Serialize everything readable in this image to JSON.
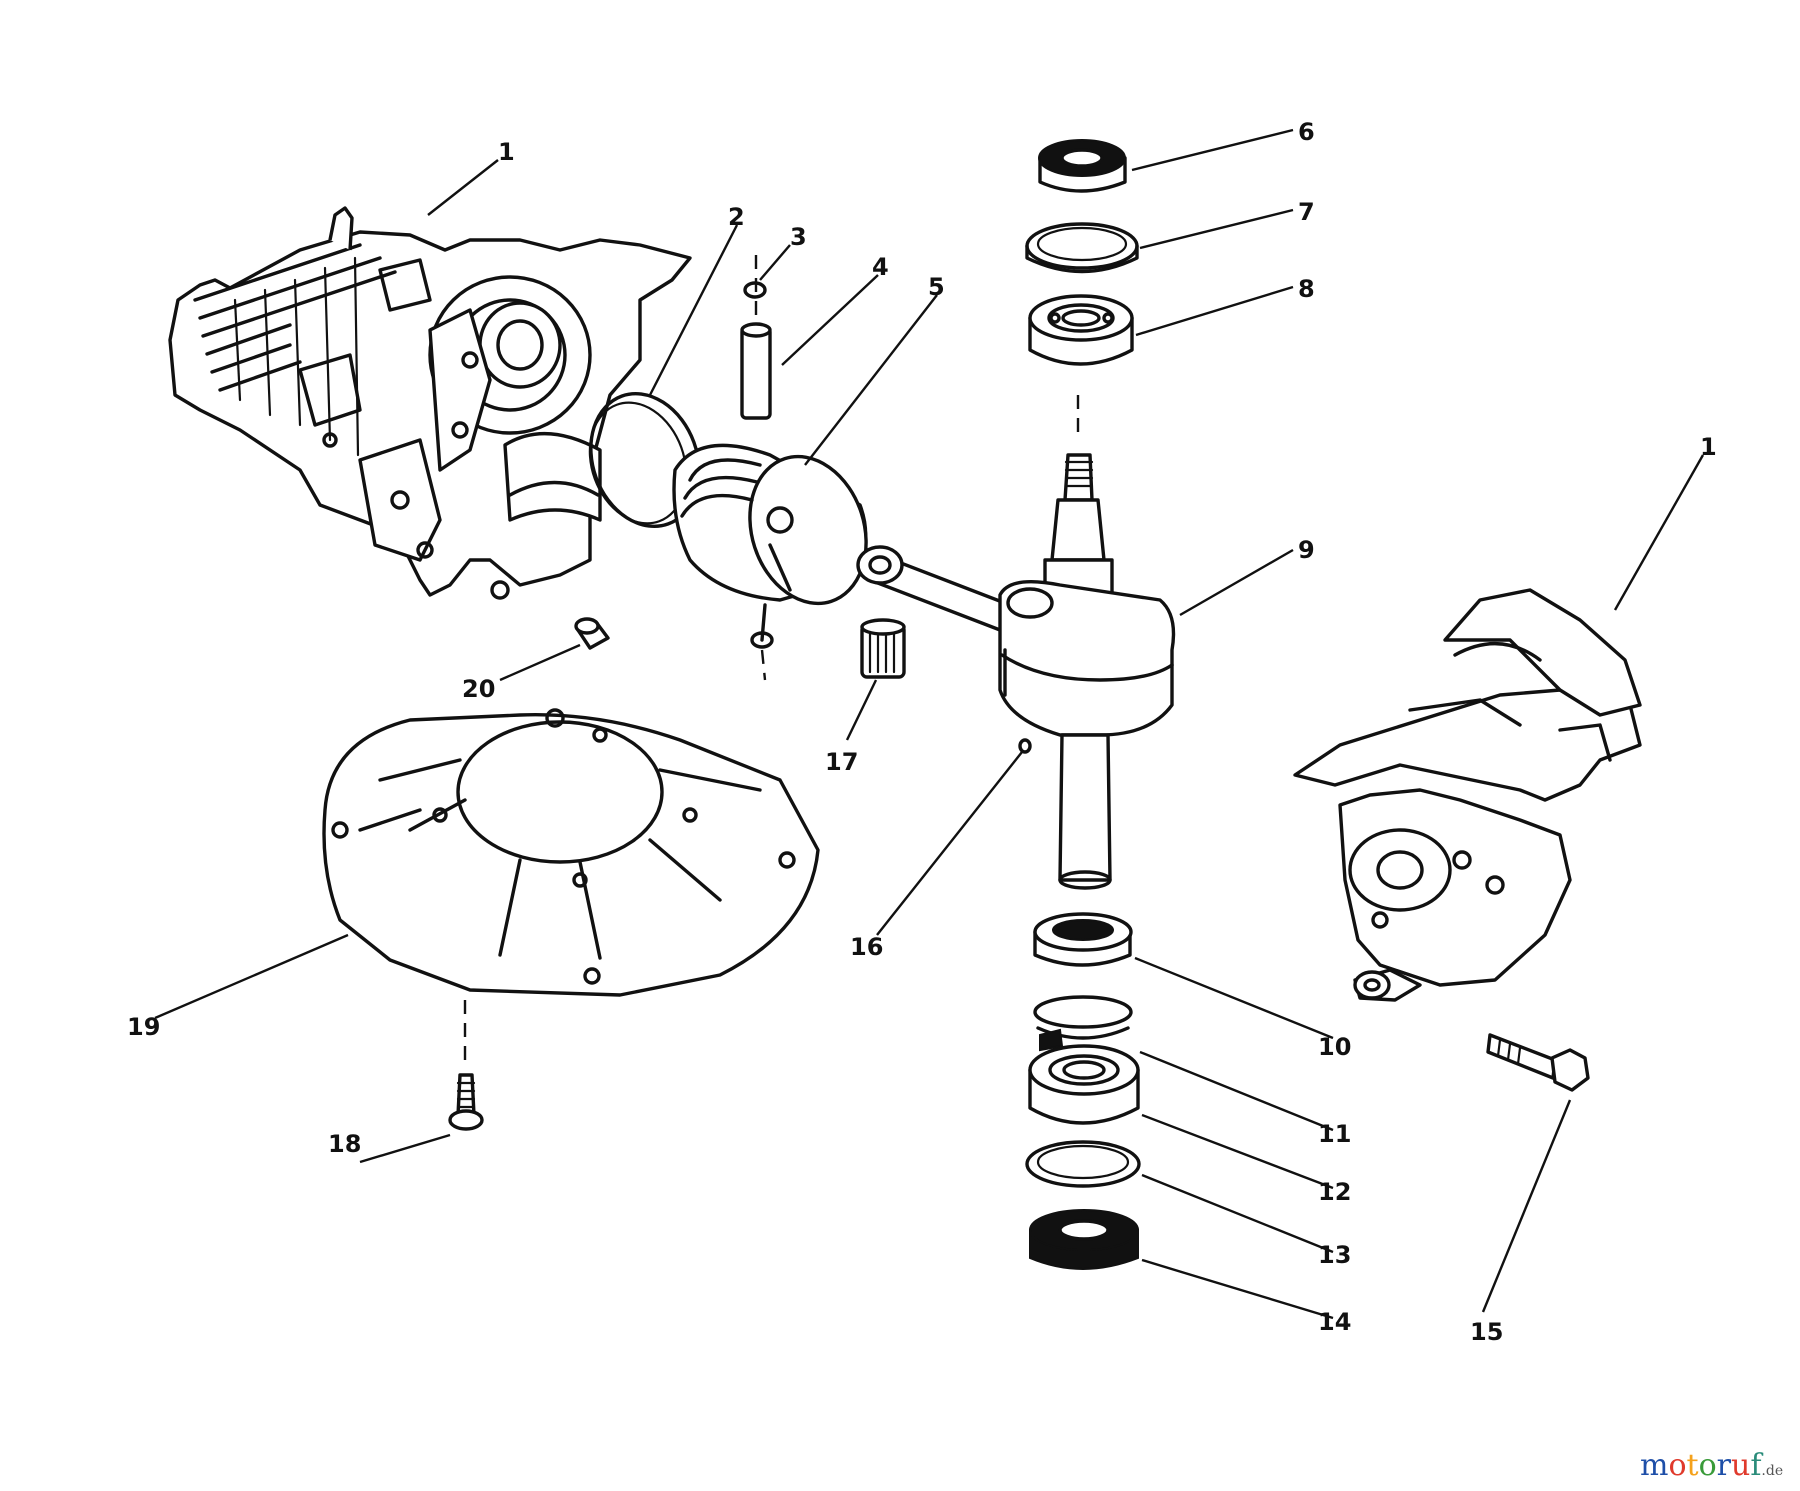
{
  "callouts": [
    {
      "id": "c1a",
      "text": "1"
    },
    {
      "id": "c1b",
      "text": "1"
    },
    {
      "id": "c2",
      "text": "2"
    },
    {
      "id": "c3",
      "text": "3"
    },
    {
      "id": "c4",
      "text": "4"
    },
    {
      "id": "c5",
      "text": "5"
    },
    {
      "id": "c6",
      "text": "6"
    },
    {
      "id": "c7",
      "text": "7"
    },
    {
      "id": "c8",
      "text": "8"
    },
    {
      "id": "c9",
      "text": "9"
    },
    {
      "id": "c10",
      "text": "10"
    },
    {
      "id": "c11",
      "text": "11"
    },
    {
      "id": "c12",
      "text": "12"
    },
    {
      "id": "c13",
      "text": "13"
    },
    {
      "id": "c14",
      "text": "14"
    },
    {
      "id": "c15",
      "text": "15"
    },
    {
      "id": "c16",
      "text": "16"
    },
    {
      "id": "c17",
      "text": "17"
    },
    {
      "id": "c18",
      "text": "18"
    },
    {
      "id": "c19",
      "text": "19"
    },
    {
      "id": "c20",
      "text": "20"
    }
  ],
  "watermark": {
    "letters": [
      "m",
      "o",
      "t",
      "o",
      "r",
      "u",
      "f"
    ],
    "suffix": ".de",
    "letter_colors": [
      "#1e4fa8",
      "#e03a2c",
      "#f4a11b",
      "#3a9b3a",
      "#1e4fa8",
      "#e03a2c",
      "#2a8c7a"
    ],
    "suffix_color": "#555555"
  }
}
